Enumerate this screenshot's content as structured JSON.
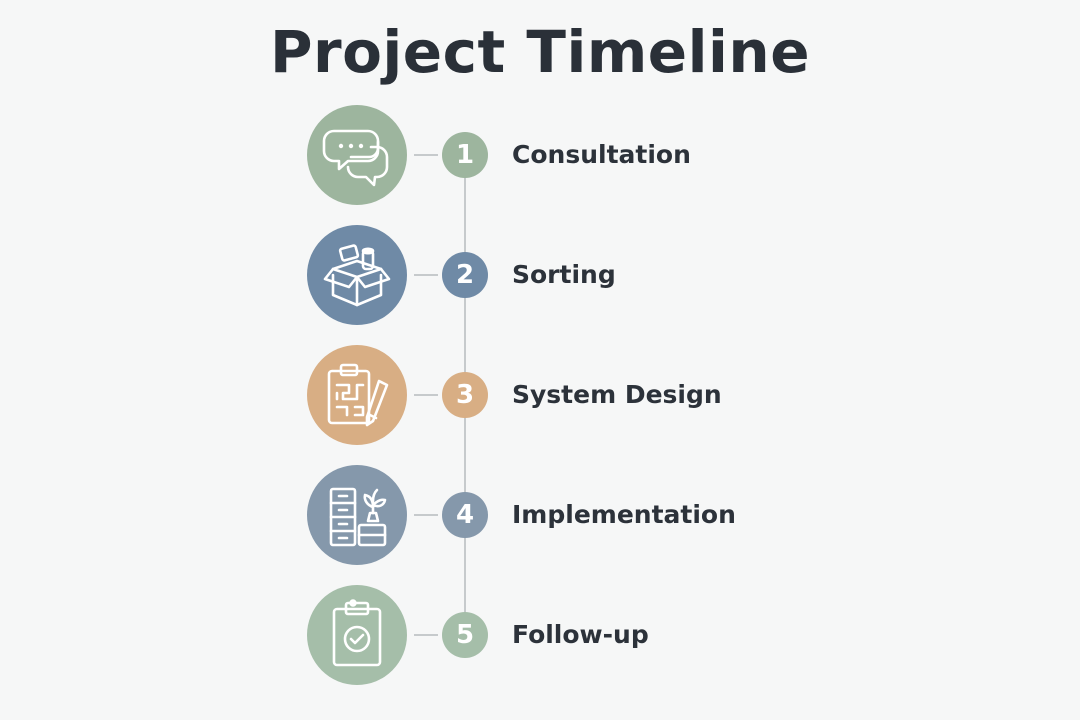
{
  "title": "Project Timeline",
  "colors": {
    "sage": "#9db59e",
    "slate_blue": "#6f8aa6",
    "tan": "#d8ae84",
    "steel_blue": "#8598ab",
    "mint": "#a5bea9",
    "line": "#c6cacc",
    "text": "#2b3138"
  },
  "steps": [
    {
      "number": "1",
      "label": "Consultation",
      "icon": "chat-bubbles-icon",
      "color": "#9db59e"
    },
    {
      "number": "2",
      "label": "Sorting",
      "icon": "open-box-icon",
      "color": "#6f8aa6"
    },
    {
      "number": "3",
      "label": "System Design",
      "icon": "clipboard-blueprint-pencil-icon",
      "color": "#d8ae84"
    },
    {
      "number": "4",
      "label": "Implementation",
      "icon": "shelves-plant-icon",
      "color": "#8598ab"
    },
    {
      "number": "5",
      "label": "Follow-up",
      "icon": "clipboard-check-icon",
      "color": "#a5bea9"
    }
  ]
}
